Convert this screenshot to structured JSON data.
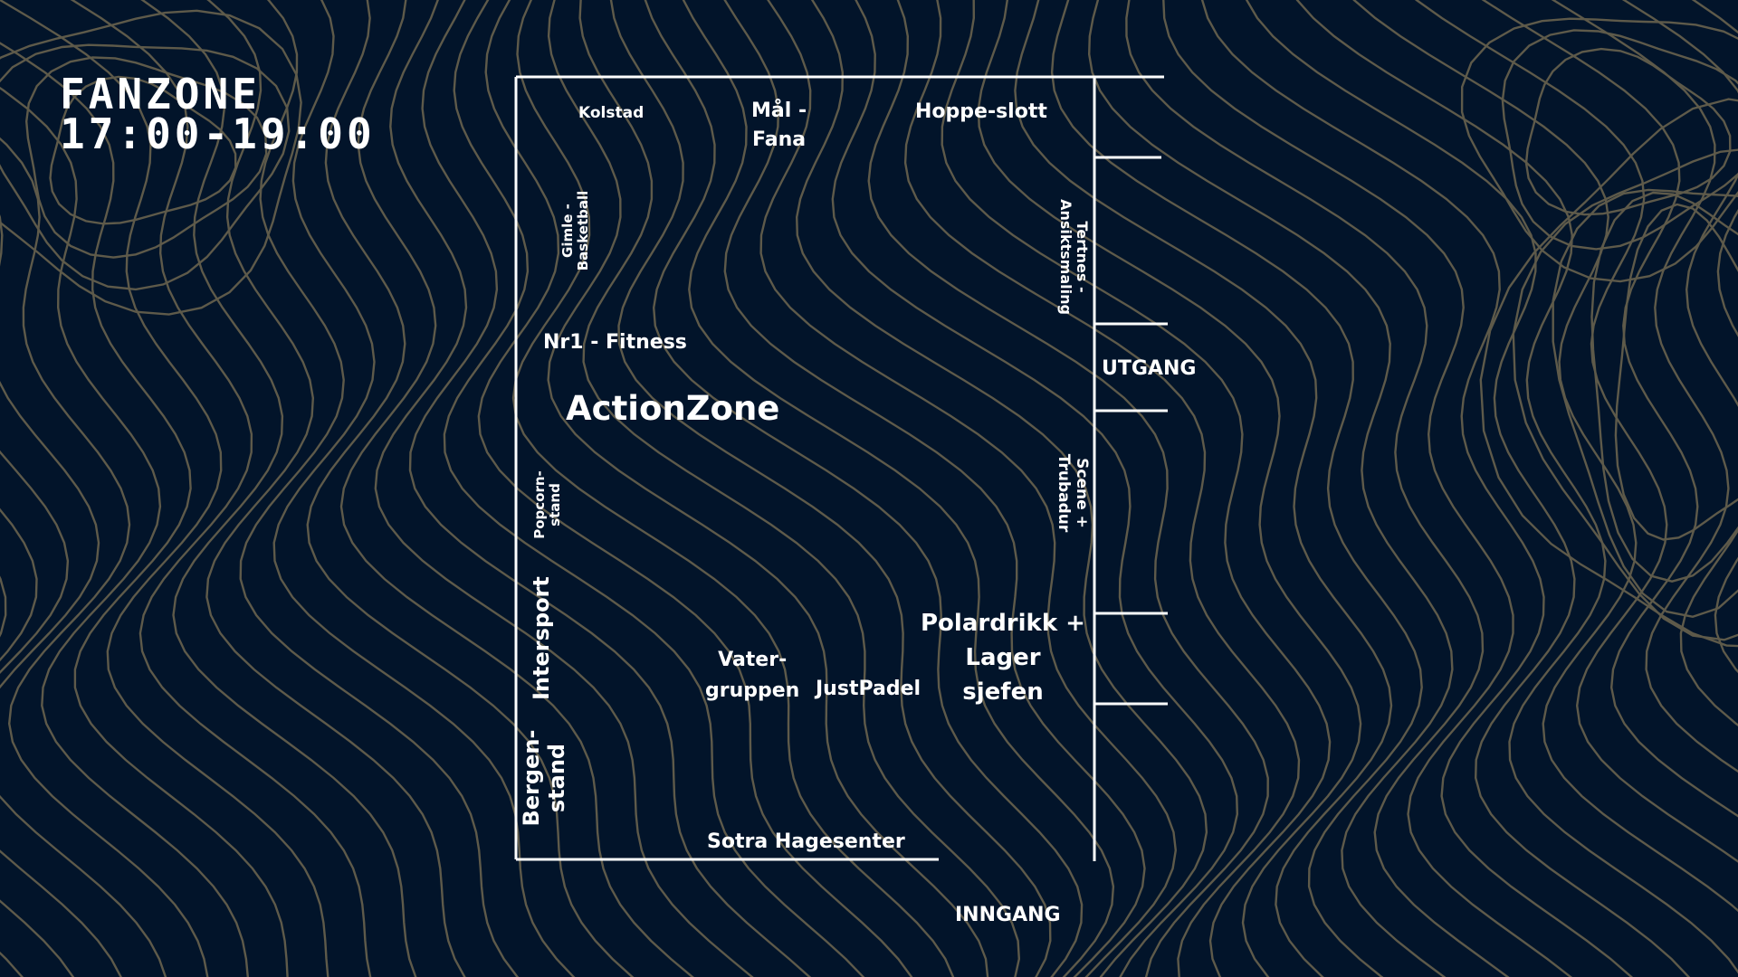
{
  "title": {
    "line1": "FANZONE",
    "line2": "17:00-19:00"
  },
  "colors": {
    "background": "#02142a",
    "contour": "#5e5a4a",
    "lines": "#ffffff"
  },
  "labels": {
    "kolstad": "Kolstad",
    "maal_fana": "Mål -\nFana",
    "hoppeslott": "Hoppe-slott",
    "gimle": "Gimle -\nBasketball",
    "tertnes": "Tertnes -\nAnsiktsmaling",
    "nr1": "Nr1 - Fitness",
    "utgang": "UTGANG",
    "actionzone": "ActionZone",
    "popcorn": "Popcorn-\nstand",
    "scene": "Scene +\nTrubadur",
    "intersport": "Intersport",
    "polardrikk": "Polardrikk +\nLager\nsjefen",
    "vater": "Vater-\ngruppen",
    "justpadel": "JustPadel",
    "bergen": "Bergen-\nstand",
    "sotra": "Sotra Hagesenter",
    "inngang": "INNGANG"
  }
}
